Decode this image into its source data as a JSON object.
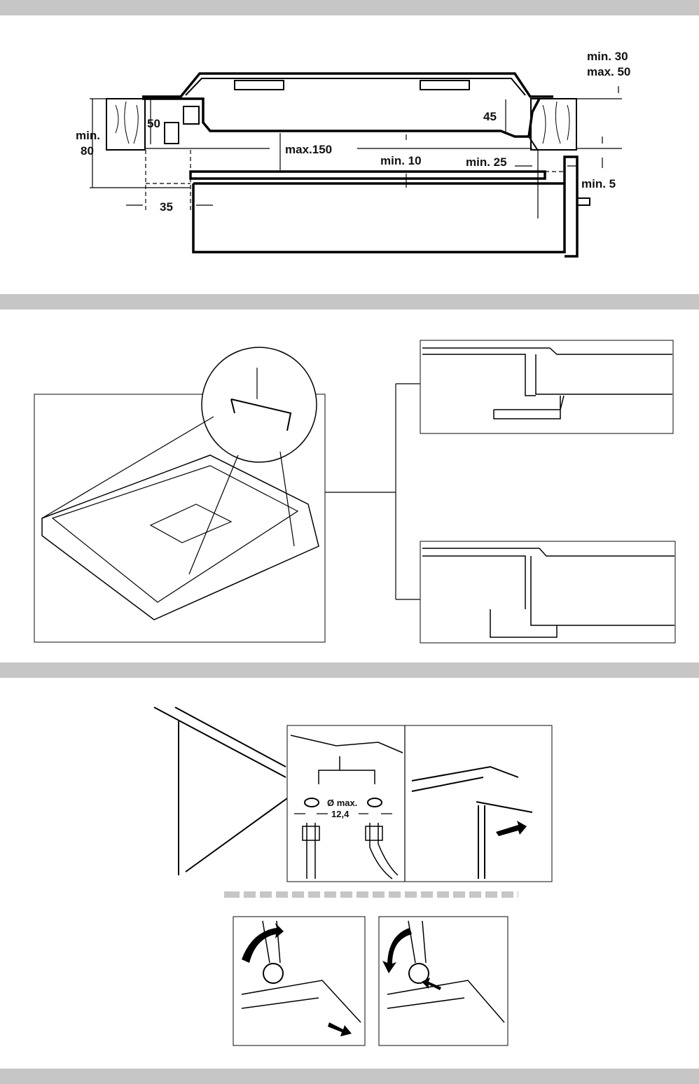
{
  "section1": {
    "labels": {
      "min30": "min. 30",
      "max50": "max. 50",
      "d45": "45",
      "d50": "50",
      "min80_a": "min.",
      "min80_b": "80",
      "max150": "max.150",
      "min10": "min. 10",
      "min25": "min. 25",
      "min5": "min. 5",
      "d35": "35"
    }
  },
  "section3": {
    "diameter_label": "Ø max.",
    "diameter_value": "12,4"
  },
  "colors": {
    "band": "#c6c6c6",
    "line": "#000000"
  }
}
